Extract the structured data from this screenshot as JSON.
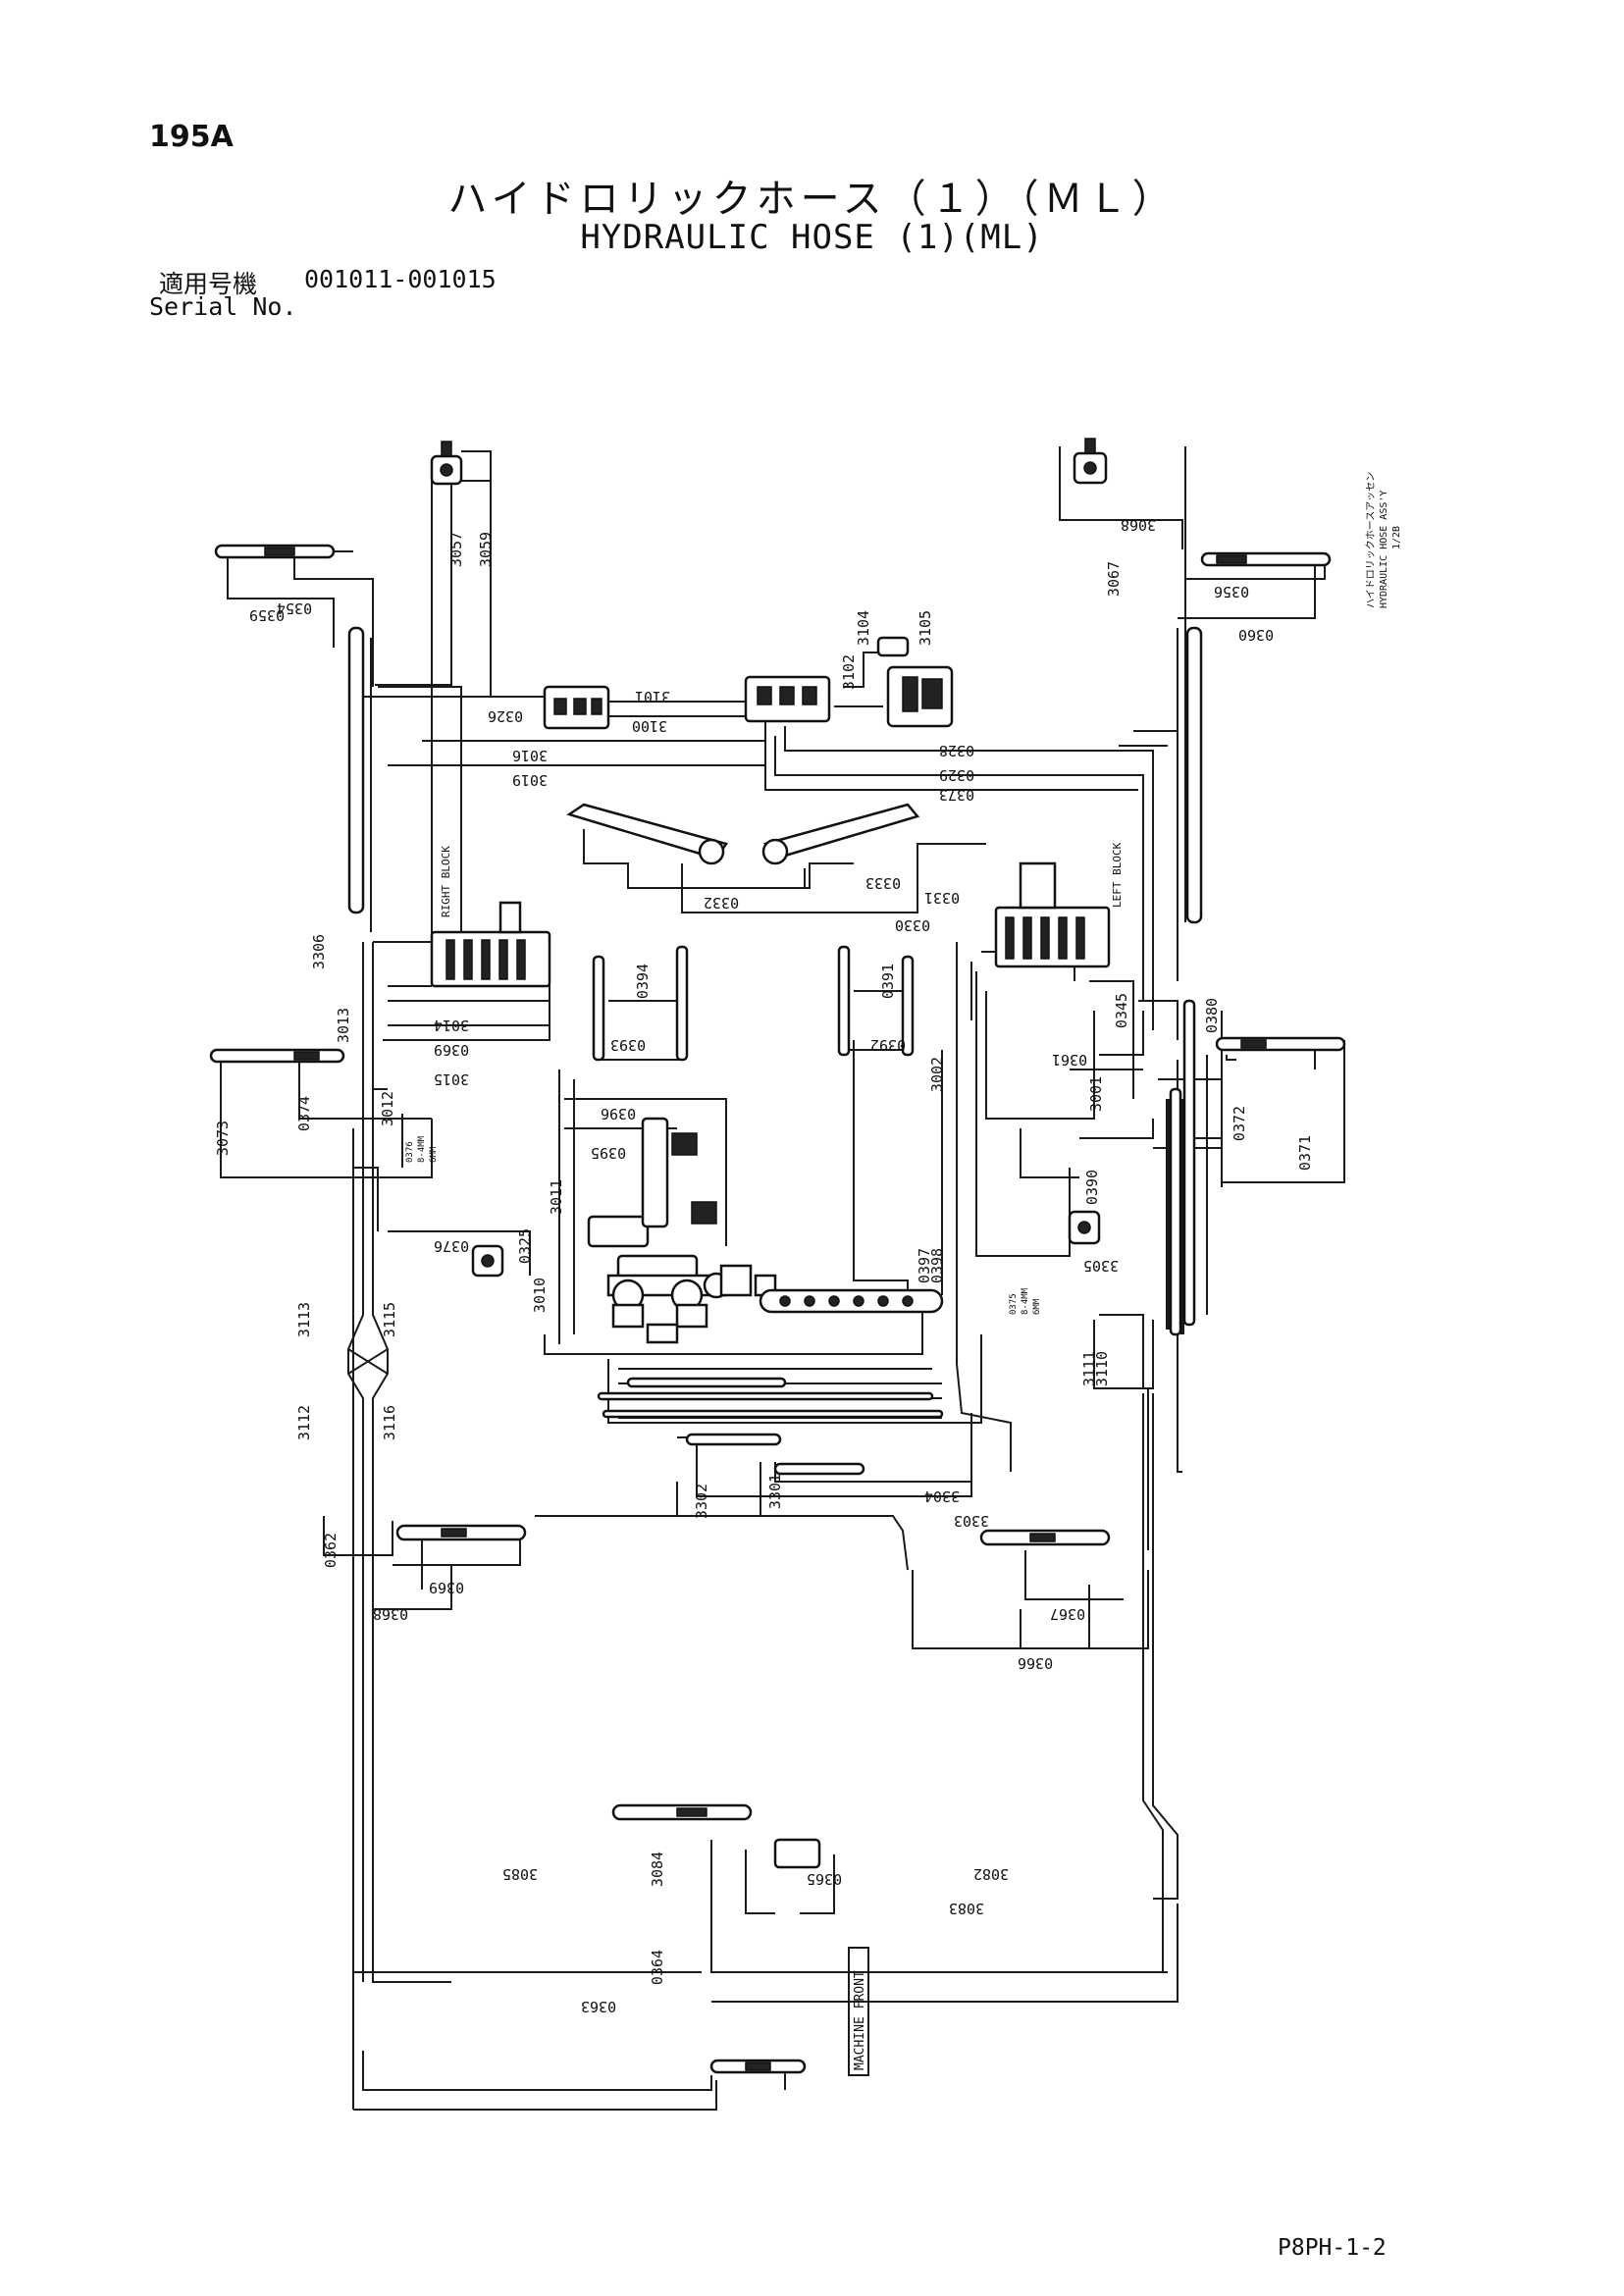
{
  "header": {
    "page_no": "195A",
    "title_jp": "ハイドロリックホース（１）（ＭＬ）",
    "title_en": "HYDRAULIC HOSE (1)(ML)",
    "serial_label_jp": "適用号機",
    "serial_range": "001011-001015",
    "serial_label_en": "Serial No."
  },
  "footer": {
    "doc_code": "P8PH-1-2"
  },
  "diagram": {
    "side_note": [
      "ハイドロリックホースアッセン",
      "HYDRAULIC HOSE ASS'Y",
      "1/2B"
    ],
    "block_labels": {
      "right_block": "RIGHT BLOCK",
      "left_block": "LEFT BLOCK",
      "machine_front": "MACHINE FRONT"
    },
    "small_notes": {
      "left": [
        "0376",
        "8-4MM",
        "6MM"
      ],
      "right": [
        "0375",
        "8-4MM",
        "6MM"
      ]
    },
    "hose_labels": [
      "0354",
      "0359",
      "3057",
      "3059",
      "0326",
      "3016",
      "3019",
      "3101",
      "3100",
      "3102",
      "3104",
      "3105",
      "0328",
      "0329",
      "0373",
      "3068",
      "3067",
      "0356",
      "0360",
      "0333",
      "0332",
      "0331",
      "0330",
      "3306",
      "3013",
      "3014",
      "0369",
      "3015",
      "3012",
      "0394",
      "0393",
      "0391",
      "0392",
      "3002",
      "0345",
      "0380",
      "0361",
      "3001",
      "0372",
      "0371",
      "3073",
      "0374",
      "0396",
      "0395",
      "3011",
      "0325",
      "0376",
      "3010",
      "0397",
      "0398",
      "0390",
      "3305",
      "3113",
      "3115",
      "3112",
      "3116",
      "3111",
      "3110",
      "3302",
      "3301",
      "3304",
      "3303",
      "0362",
      "0369",
      "0368",
      "0367",
      "0366",
      "3085",
      "3084",
      "0365",
      "3082",
      "3083",
      "0364",
      "0363"
    ]
  }
}
